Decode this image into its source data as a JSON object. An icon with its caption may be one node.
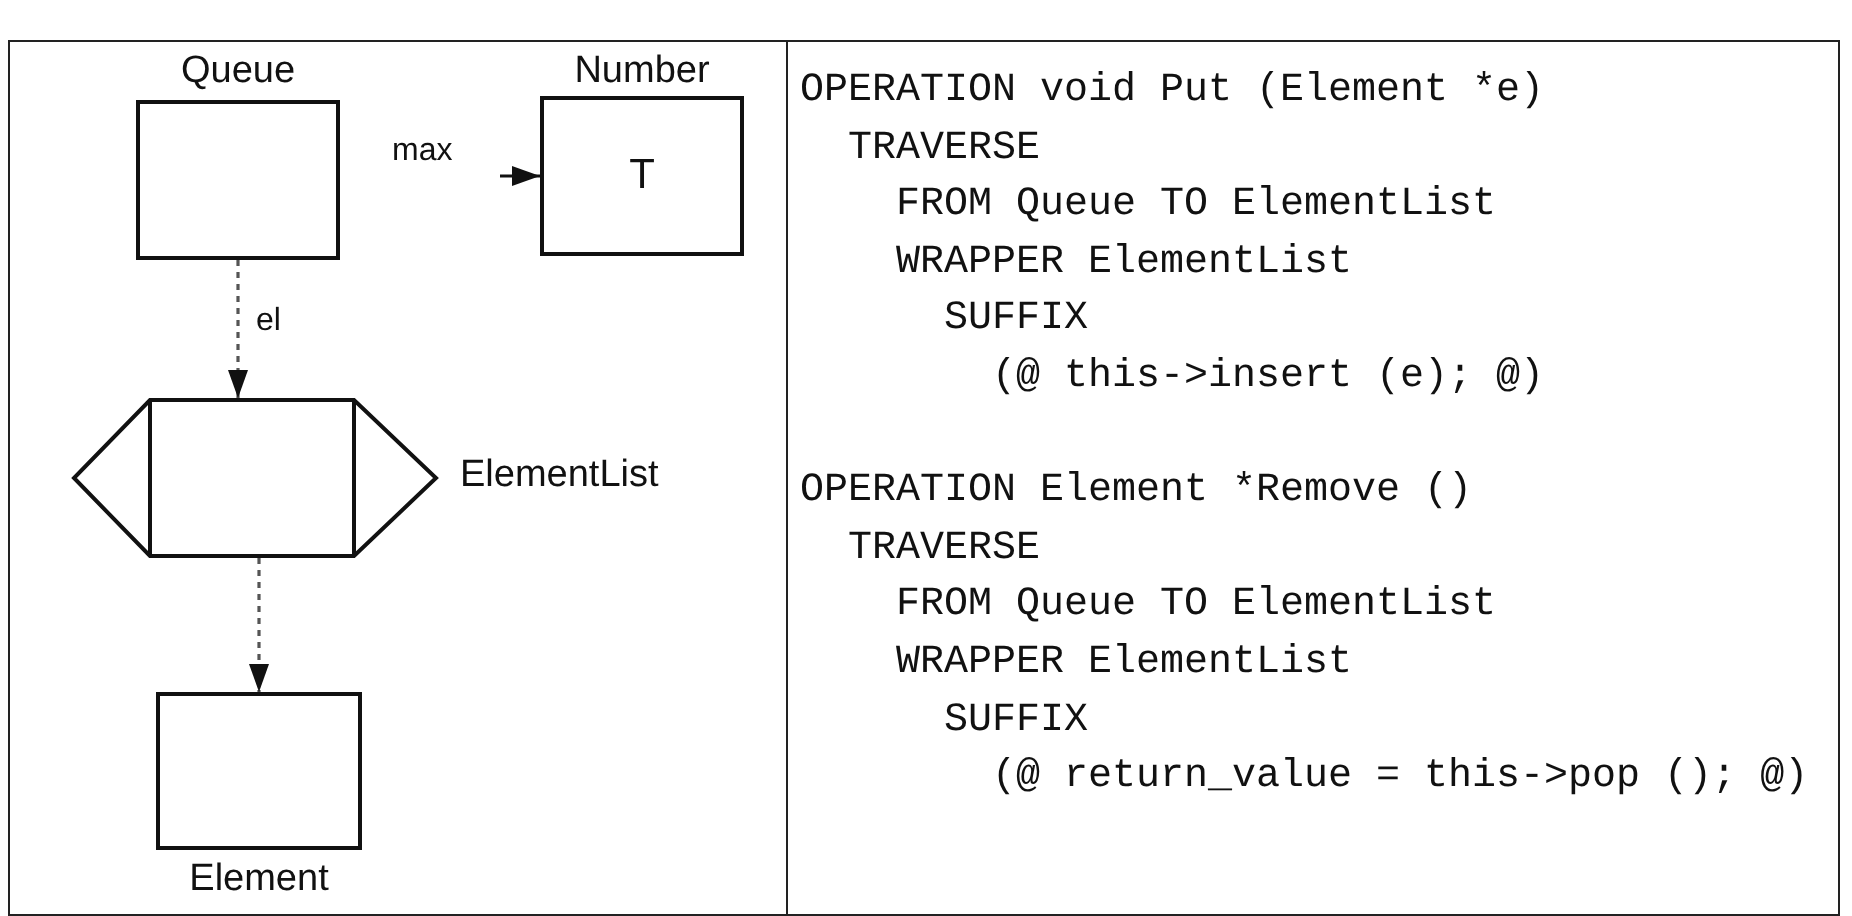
{
  "diagram": {
    "nodes": [
      {
        "text": [
          "Queue"
        ]
      },
      {
        "text": [
          "Number",
          "T"
        ]
      },
      {
        "text": [
          "ElementList"
        ]
      },
      {
        "text": [
          "Element"
        ]
      }
    ],
    "edges": [
      {
        "from": null,
        "to": 1,
        "arrow": "to",
        "label": "max"
      },
      {
        "from": 0,
        "to": 2,
        "arrow": "to",
        "label": "el",
        "style": "dashed"
      },
      {
        "from": 2,
        "to": 3,
        "arrow": "to",
        "style": "dashed"
      }
    ],
    "labels": [
      "OPERATION void Put (Element *e)",
      "TRAVERSE",
      "FROM Queue TO ElementList",
      "WRAPPER ElementList",
      "SUFFIX",
      "(@ this->insert (e); @)",
      "OPERATION Element *Remove ()",
      "TRAVERSE",
      "FROM Queue TO ElementList",
      "WRAPPER ElementList",
      "SUFFIX",
      "(@ return_value = this->pop (); @)"
    ]
  }
}
